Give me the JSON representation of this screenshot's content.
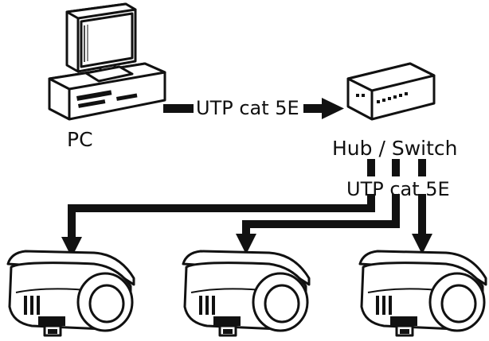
{
  "labels": {
    "pc": "PC",
    "cable_top": "UTP cat 5E",
    "hub_switch": "Hub / Switch",
    "cable_bottom": "UTP cat 5E"
  },
  "colors": {
    "ink": "#111111",
    "background": "#ffffff"
  },
  "devices": {
    "computer_icon": "desktop-pc-icon",
    "network_icon": "hub-switch-icon",
    "camera_icon": "security-camera-icon",
    "camera_count": 3
  }
}
